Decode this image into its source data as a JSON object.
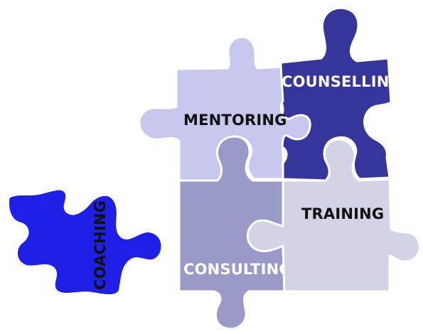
{
  "pieces": {
    "counselling": {
      "label": "COUNSELLING",
      "fill": "#35359b",
      "text_color": "#ffffff"
    },
    "mentoring": {
      "label": "MENTORING",
      "fill": "#c8c8ef",
      "text_color": "#111111"
    },
    "consulting": {
      "label": "CONSULTING",
      "fill": "#9a9ac8",
      "text_color": "#ffffff"
    },
    "training": {
      "label": "TRAINING",
      "fill": "#d3d3e6",
      "text_color": "#111111"
    },
    "coaching": {
      "label": "COACHING",
      "fill": "#1f1fe8",
      "text_color": "#111111"
    }
  },
  "outline_color": "#ffffff"
}
